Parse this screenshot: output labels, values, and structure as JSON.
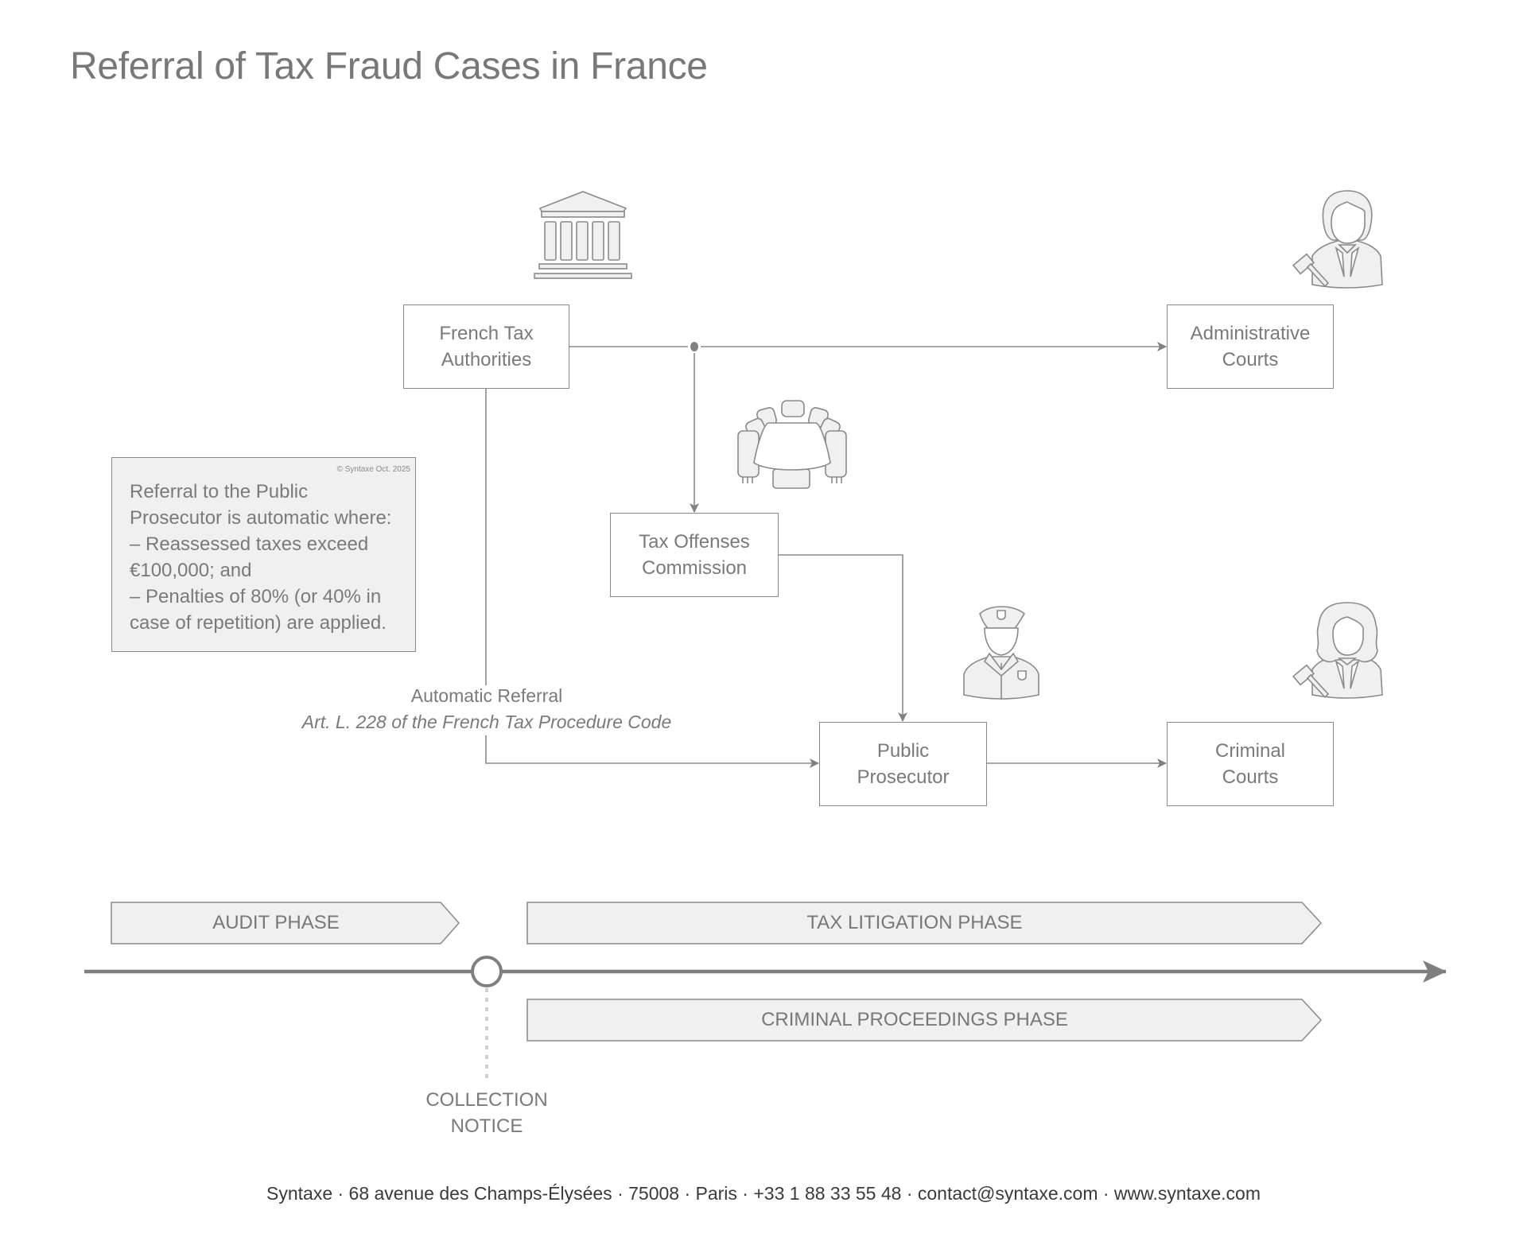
{
  "title": "Referral of Tax Fraud Cases in France",
  "nodes": {
    "french_tax_authorities": {
      "line1": "French Tax",
      "line2": "Authorities",
      "icon": "government-building-icon"
    },
    "administrative_courts": {
      "line1": "Administrative",
      "line2": "Courts",
      "icon": "judge-male-gavel-icon"
    },
    "tax_offenses_commission": {
      "line1": "Tax Offenses",
      "line2": "Commission",
      "icon": "conference-table-icon"
    },
    "public_prosecutor": {
      "line1": "Public",
      "line2": "Prosecutor",
      "icon": "police-officer-icon"
    },
    "criminal_courts": {
      "line1": "Criminal",
      "line2": "Courts",
      "icon": "judge-wig-gavel-icon"
    }
  },
  "note": {
    "copyright": "© Syntaxe Oct. 2025",
    "lines": [
      "Referral to the Public",
      "Prosecutor is automatic where:",
      "– Reassessed taxes exceed",
      "€100,000; and",
      "– Penalties of 80% (or 40% in",
      "case of repetition) are applied."
    ]
  },
  "automatic_referral": {
    "label": "Automatic Referral",
    "reference": "Art. L. 228 of the French Tax Procedure Code"
  },
  "timeline": {
    "phases": {
      "audit": "AUDIT PHASE",
      "tax_litigation": "TAX LITIGATION PHASE",
      "criminal_proceedings": "CRIMINAL PROCEEDINGS PHASE"
    },
    "milestone": {
      "line1": "COLLECTION",
      "line2": "NOTICE"
    }
  },
  "footer": "Syntaxe · 68 avenue des Champs-Élysées · 75008 · Paris · +33 1 88 33 55 48 · contact@syntaxe.com · www.syntaxe.com",
  "colors": {
    "text": "#7a7a7a",
    "line": "#8a8a8a",
    "fill": "#f0f0f0",
    "timeline": "#7f7f7f"
  }
}
